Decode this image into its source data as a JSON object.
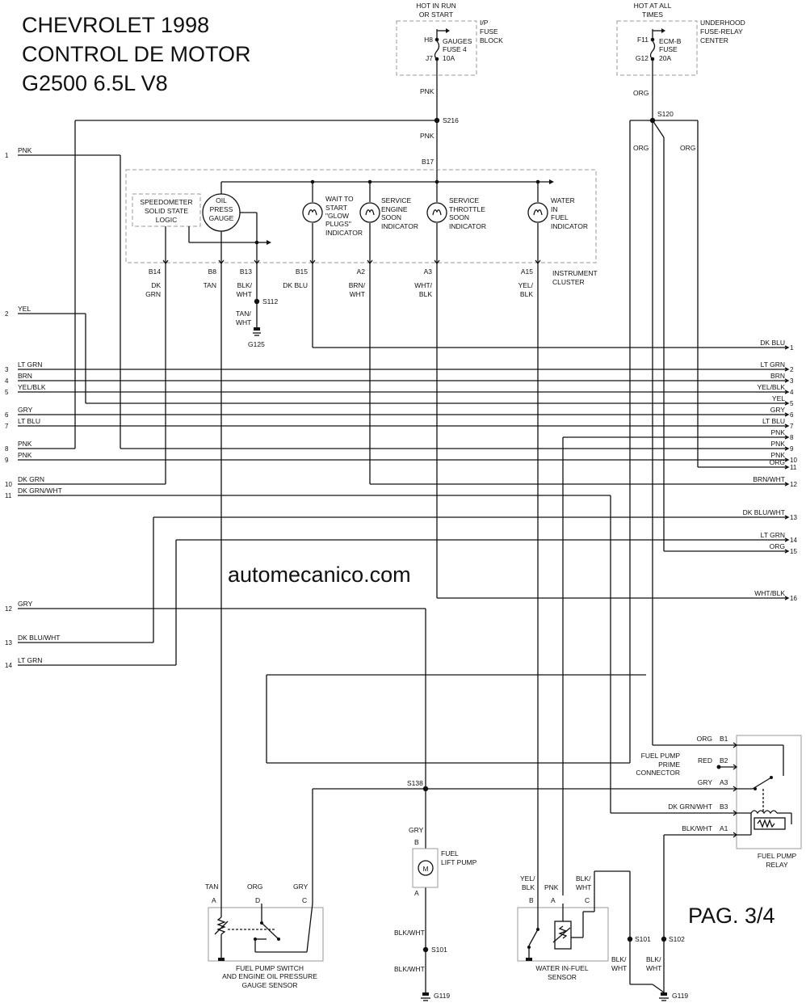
{
  "title": {
    "line1": "CHEVROLET 1998",
    "line2": "CONTROL DE MOTOR",
    "line3": "G2500 6.5L V8"
  },
  "watermark": "automecanico.com",
  "page_label": "PAG. 3/4",
  "power_sources": {
    "ip_hot": "HOT IN RUN",
    "ip_hot2": "OR START",
    "ip_block1": "I/P",
    "ip_block2": "FUSE",
    "ip_block3": "BLOCK",
    "ip_pin_top": "H8",
    "ip_pin_bot": "J7",
    "ip_fuse1": "GAUGES",
    "ip_fuse2": "FUSE 4",
    "ip_fuse3": "10A",
    "uh_hot": "HOT AT ALL",
    "uh_hot2": "TIMES",
    "uh_block1": "UNDERHOOD",
    "uh_block2": "FUSE-RELAY",
    "uh_block3": "CENTER",
    "uh_pin_top": "F11",
    "uh_pin_bot": "G12",
    "uh_fuse1": "ECM-B",
    "uh_fuse2": "FUSE",
    "uh_fuse3": "20A"
  },
  "splices": {
    "s216": "S216",
    "s120": "S120",
    "s112": "S112",
    "s138": "S138",
    "s101a": "S101",
    "s101b": "S101",
    "s102": "S102"
  },
  "grounds": {
    "g125": "G125",
    "g119a": "G119",
    "g119b": "G119"
  },
  "wire_colors": {
    "pnk_top": "PNK",
    "pnk_mid": "PNK",
    "org_top": "ORG",
    "org_l": "ORG",
    "org_r": "ORG",
    "b17": "B17",
    "tan_wht": "TAN/",
    "tan_wht2": "WHT"
  },
  "cluster": {
    "label1": "INSTRUMENT",
    "label2": "CLUSTER",
    "speedo1": "SPEEDOMETER",
    "speedo2": "SOLID STATE",
    "speedo3": "LOGIC",
    "oil1": "OIL",
    "oil2": "PRESS",
    "oil3": "GAUGE",
    "wait1": "WAIT TO",
    "wait2": "START",
    "wait3": "\"GLOW",
    "wait4": "PLUGS\"",
    "wait5": "INDICATOR",
    "ses1": "SERVICE",
    "ses2": "ENGINE",
    "ses3": "SOON",
    "ses4": "INDICATOR",
    "sts1": "SERVICE",
    "sts2": "THROTTLE",
    "sts3": "SOON",
    "sts4": "INDICATOR",
    "wif1": "WATER",
    "wif2": "IN",
    "wif3": "FUEL",
    "wif4": "INDICATOR",
    "pins": [
      "B14",
      "B8",
      "B13",
      "B15",
      "A2",
      "A3",
      "A15"
    ],
    "pin_colors": [
      [
        "DK",
        "GRN"
      ],
      [
        "TAN",
        ""
      ],
      [
        "BLK/",
        "WHT"
      ],
      [
        "DK BLU",
        ""
      ],
      [
        "BRN/",
        "WHT"
      ],
      [
        "WHT/",
        "BLK"
      ],
      [
        "YEL/",
        "BLK"
      ]
    ]
  },
  "left_connector": [
    {
      "n": "1",
      "c": "PNK"
    },
    {
      "n": "2",
      "c": "YEL"
    },
    {
      "n": "3",
      "c": "LT GRN"
    },
    {
      "n": "4",
      "c": "BRN"
    },
    {
      "n": "5",
      "c": "YEL/BLK"
    },
    {
      "n": "6",
      "c": "GRY"
    },
    {
      "n": "7",
      "c": "LT BLU"
    },
    {
      "n": "8",
      "c": "PNK"
    },
    {
      "n": "9",
      "c": "PNK"
    },
    {
      "n": "10",
      "c": "DK GRN"
    },
    {
      "n": "11",
      "c": "DK GRN/WHT"
    },
    {
      "n": "12",
      "c": "GRY"
    },
    {
      "n": "13",
      "c": "DK BLU/WHT"
    },
    {
      "n": "14",
      "c": "LT GRN"
    }
  ],
  "right_connector": [
    {
      "n": "1",
      "c": "DK BLU"
    },
    {
      "n": "2",
      "c": "LT GRN"
    },
    {
      "n": "3",
      "c": "BRN"
    },
    {
      "n": "4",
      "c": "YEL/BLK"
    },
    {
      "n": "5",
      "c": "YEL"
    },
    {
      "n": "6",
      "c": "GRY"
    },
    {
      "n": "7",
      "c": "LT BLU"
    },
    {
      "n": "8",
      "c": "PNK"
    },
    {
      "n": "9",
      "c": "PNK"
    },
    {
      "n": "10",
      "c": "PNK"
    },
    {
      "n": "11",
      "c": "ORG"
    },
    {
      "n": "12",
      "c": "BRN/WHT"
    },
    {
      "n": "13",
      "c": "DK BLU/WHT"
    },
    {
      "n": "14",
      "c": "LT GRN"
    },
    {
      "n": "15",
      "c": "ORG"
    },
    {
      "n": "16",
      "c": "WHT/BLK"
    }
  ],
  "relay": {
    "label1": "FUEL PUMP",
    "label2": "RELAY",
    "prime1": "FUEL PUMP",
    "prime2": "PRIME",
    "prime3": "CONNECTOR",
    "pins": [
      {
        "p": "B1",
        "c": "ORG"
      },
      {
        "p": "B2",
        "c": "RED"
      },
      {
        "p": "A3",
        "c": "GRY"
      },
      {
        "p": "B3",
        "c": "DK GRN/WHT"
      },
      {
        "p": "A1",
        "c": "BLK/WHT"
      }
    ]
  },
  "pump": {
    "label1": "FUEL",
    "label2": "LIFT PUMP",
    "motor": "M",
    "pin_b": "B",
    "pin_a": "A",
    "wire_top": "GRY",
    "wire_bot1": "BLK/WHT",
    "wire_bot2": "BLK/WHT"
  },
  "oil_switch": {
    "label1": "FUEL PUMP SWITCH",
    "label2": "AND ENGINE OIL PRESSURE",
    "label3": "GAUGE SENSOR",
    "w_a": "TAN",
    "w_d": "ORG",
    "w_c": "GRY",
    "p_a": "A",
    "p_d": "D",
    "p_c": "C"
  },
  "wif_sensor": {
    "label1": "WATER IN-FUEL",
    "label2": "SENSOR",
    "w_b1": "YEL/",
    "w_b2": "BLK",
    "w_a": "PNK",
    "w_c1": "BLK/",
    "w_c2": "WHT",
    "p_b": "B",
    "p_a": "A",
    "p_c": "C",
    "g1a": "BLK/",
    "g1b": "WHT",
    "g2a": "BLK/",
    "g2b": "WHT"
  }
}
